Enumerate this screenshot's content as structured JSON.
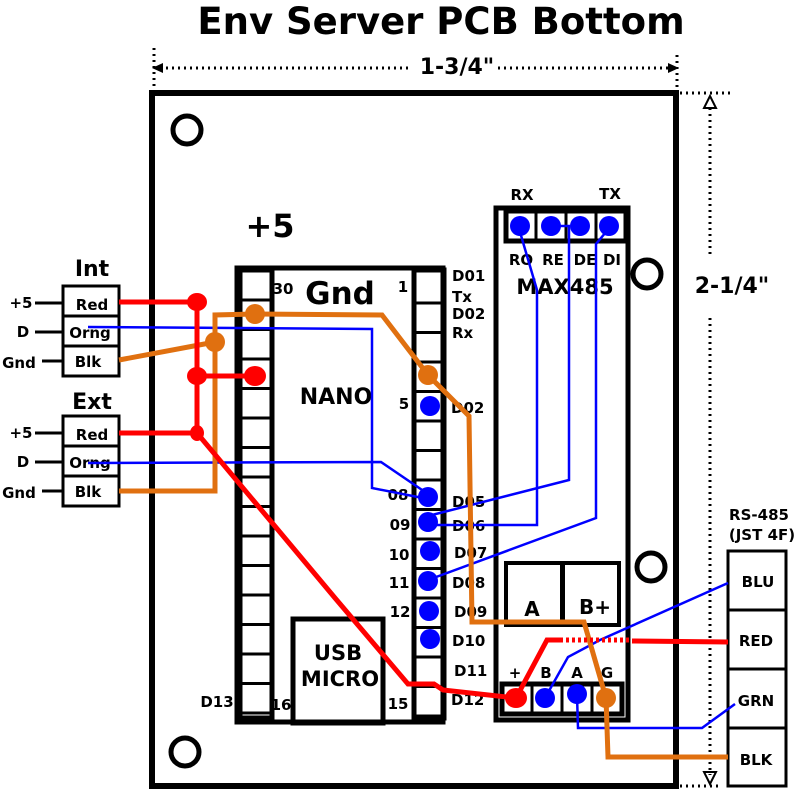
{
  "title": "Env Server PCB Bottom",
  "dimensions": {
    "width_label": "1-3/4\"",
    "height_label": "2-1/4\""
  },
  "power_label": "+5",
  "nano": {
    "label": "NANO",
    "gnd_label": "Gnd",
    "usb_line1": "USB",
    "usb_line2": "MICRO",
    "left_pins": {
      "top": "30",
      "bottom": "16",
      "d13": "D13"
    },
    "right_numbers": [
      "1",
      "5",
      "08",
      "09",
      "10",
      "11",
      "12",
      "15"
    ],
    "right_labels": [
      "D01",
      "Tx",
      "D02",
      "Rx",
      "D02",
      "D05",
      "D06",
      "D07",
      "D08",
      "D09",
      "D10",
      "D11",
      "D12"
    ]
  },
  "max485": {
    "label": "MAX485",
    "top_labels": [
      "RX",
      "TX"
    ],
    "pin_labels": [
      "RO",
      "RE",
      "DE",
      "DI"
    ],
    "terminal_a": "A",
    "terminal_b": "B+",
    "bottom_labels": [
      "+",
      "B",
      "A",
      "G"
    ]
  },
  "int_connector": {
    "title": "Int",
    "side_labels": [
      "+5",
      "D",
      "Gnd"
    ],
    "pins": [
      "Red",
      "Orng",
      "Blk"
    ]
  },
  "ext_connector": {
    "title": "Ext",
    "side_labels": [
      "+5",
      "D",
      "Gnd"
    ],
    "pins": [
      "Red",
      "Orng",
      "Blk"
    ]
  },
  "rs485": {
    "title_line1": "RS-485",
    "title_line2": "(JST 4F)",
    "pins": [
      "BLU",
      "RED",
      "GRN",
      "BLK"
    ]
  },
  "colors": {
    "power": "#ff0000",
    "ground": "#e07010",
    "signal": "#0000ff",
    "outline": "#000000"
  }
}
